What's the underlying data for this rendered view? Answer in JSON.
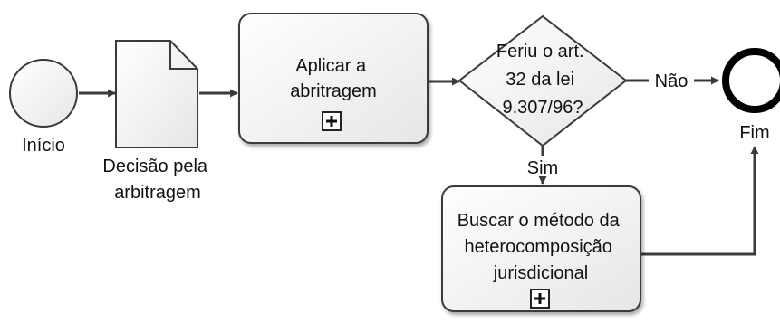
{
  "diagram": {
    "type": "bpmn-process",
    "start_event": {
      "label": "Início"
    },
    "document": {
      "label_lines": [
        "Decisão pela",
        "arbitragem"
      ]
    },
    "task_apply": {
      "label_lines": [
        "Aplicar  a",
        "abritragem"
      ],
      "marker": "+"
    },
    "gateway": {
      "label_lines": [
        "Feriu o art.",
        "32 da lei",
        "9.307/96?"
      ]
    },
    "flow_no": {
      "label": "Não"
    },
    "flow_yes": {
      "label": "Sim"
    },
    "task_search": {
      "label_lines": [
        "Buscar o método da",
        "heterocomposição",
        "jurisdicional"
      ],
      "marker": "+"
    },
    "end_event": {
      "label": "Fim"
    },
    "colors": {
      "stroke": "#3a3a3a",
      "shape_fill": "#f2f2f2",
      "end_stroke": "#000000",
      "text": "#111111"
    }
  }
}
